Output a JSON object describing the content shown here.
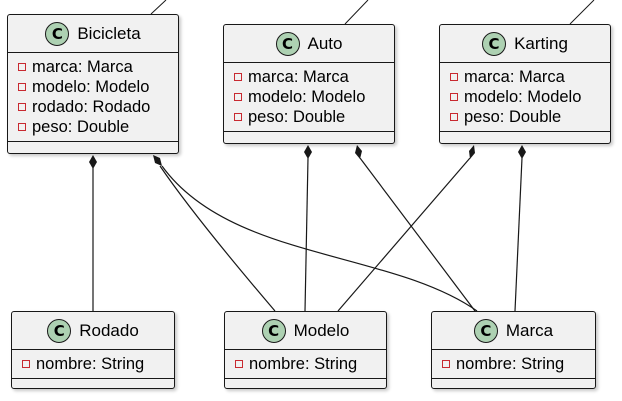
{
  "diagram": {
    "classes": [
      {
        "id": "bicicleta",
        "name": "Bicicleta",
        "badge": "C",
        "attributes": [
          "marca: Marca",
          "modelo: Modelo",
          "rodado: Rodado",
          "peso: Double"
        ]
      },
      {
        "id": "auto",
        "name": "Auto",
        "badge": "C",
        "attributes": [
          "marca: Marca",
          "modelo: Modelo",
          "peso: Double"
        ]
      },
      {
        "id": "karting",
        "name": "Karting",
        "badge": "C",
        "attributes": [
          "marca: Marca",
          "modelo: Modelo",
          "peso: Double"
        ]
      },
      {
        "id": "rodado",
        "name": "Rodado",
        "badge": "C",
        "attributes": [
          "nombre: String"
        ]
      },
      {
        "id": "modelo",
        "name": "Modelo",
        "badge": "C",
        "attributes": [
          "nombre: String"
        ]
      },
      {
        "id": "marca",
        "name": "Marca",
        "badge": "C",
        "attributes": [
          "nombre: String"
        ]
      }
    ],
    "compositions": [
      {
        "from": "bicicleta",
        "to": "rodado"
      },
      {
        "from": "bicicleta",
        "to": "modelo"
      },
      {
        "from": "bicicleta",
        "to": "marca"
      },
      {
        "from": "auto",
        "to": "modelo"
      },
      {
        "from": "auto",
        "to": "marca"
      },
      {
        "from": "karting",
        "to": "modelo"
      },
      {
        "from": "karting",
        "to": "marca"
      }
    ],
    "colors": {
      "class_fill": "#f1f1f1",
      "badge_fill": "#add1b2",
      "line": "#181818",
      "private_marker": "#c82930"
    }
  }
}
